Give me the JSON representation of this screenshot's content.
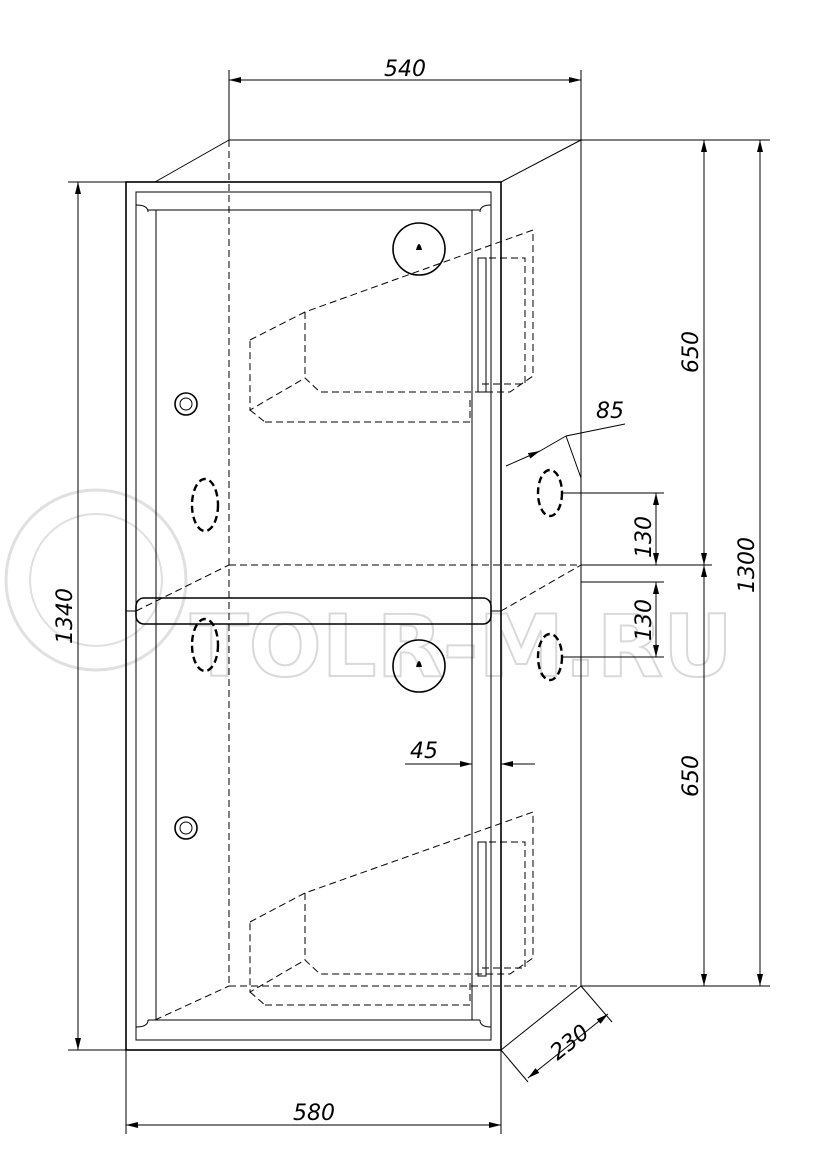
{
  "dimensions": {
    "top_width": "540",
    "bottom_width": "580",
    "left_height": "1340",
    "right_total_height": "1300",
    "upper_height": "650",
    "lower_height": "650",
    "depth": "230",
    "hole_diameter": "85",
    "hole_offset_upper": "130",
    "hole_offset_lower": "130",
    "wall_offset": "45"
  },
  "watermark": "TOLR-M.RU"
}
